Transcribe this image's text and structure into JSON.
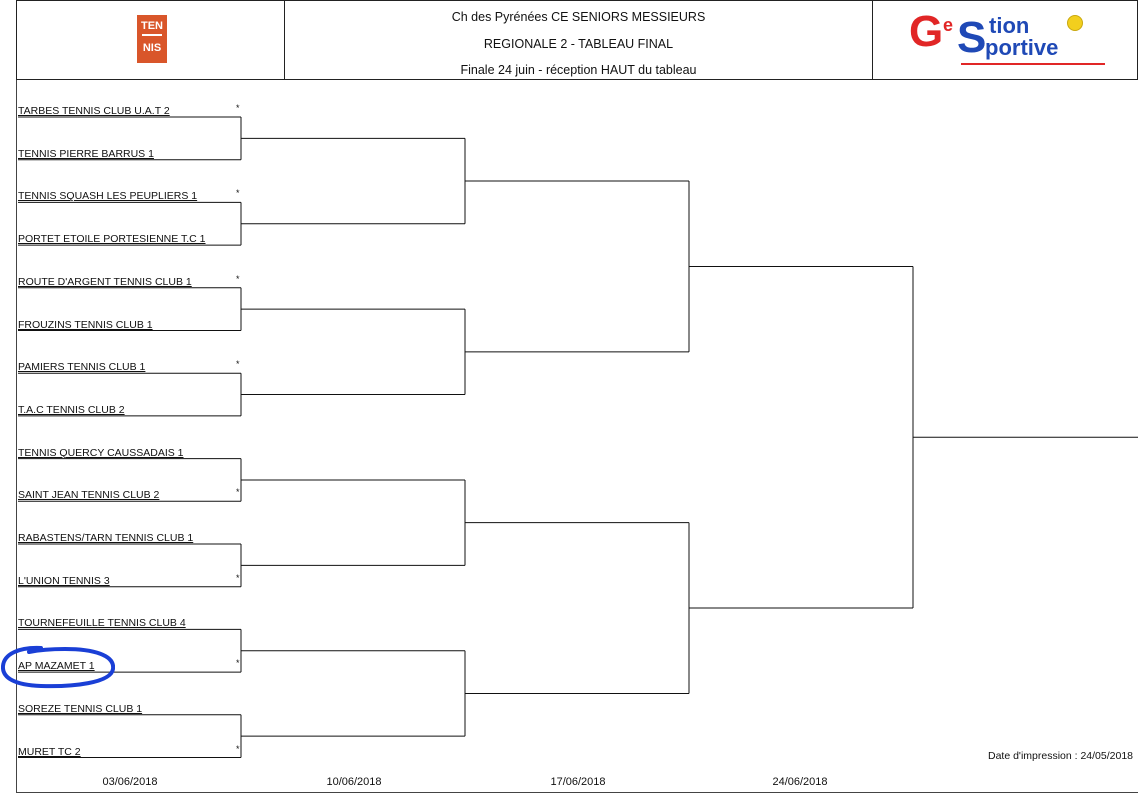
{
  "header": {
    "logo_left": {
      "line1": "TEN",
      "line2": "NIS"
    },
    "title_lines": [
      "Ch des Pyrénées CE SENIORS MESSIEURS",
      "REGIONALE 2 - TABLEAU FINAL",
      "Finale 24 juin - réception HAUT du tableau"
    ],
    "logo_right": {
      "G": "G",
      "e": "e",
      "S": "S",
      "stion": "tion",
      "portive": "portive"
    }
  },
  "teams": [
    {
      "name": "TARBES TENNIS CLUB U.A.T 2",
      "star": "*"
    },
    {
      "name": "TENNIS PIERRE BARRUS 1",
      "star": ""
    },
    {
      "name": "TENNIS SQUASH LES PEUPLIERS 1",
      "star": "*"
    },
    {
      "name": "PORTET ETOILE PORTESIENNE T.C 1",
      "star": ""
    },
    {
      "name": "ROUTE D'ARGENT TENNIS CLUB 1",
      "star": "*"
    },
    {
      "name": "FROUZINS TENNIS CLUB 1",
      "star": ""
    },
    {
      "name": "PAMIERS TENNIS CLUB 1",
      "star": "*"
    },
    {
      "name": "T.A.C TENNIS CLUB 2",
      "star": ""
    },
    {
      "name": "TENNIS QUERCY CAUSSADAIS 1",
      "star": ""
    },
    {
      "name": "SAINT JEAN TENNIS CLUB 2",
      "star": "*"
    },
    {
      "name": "RABASTENS/TARN TENNIS CLUB 1",
      "star": ""
    },
    {
      "name": "L'UNION TENNIS 3",
      "star": "*"
    },
    {
      "name": "TOURNEFEUILLE TENNIS CLUB 4",
      "star": ""
    },
    {
      "name": "AP MAZAMET 1",
      "star": "*"
    },
    {
      "name": "SOREZE TENNIS CLUB 1",
      "star": ""
    },
    {
      "name": "MURET TC 2",
      "star": "*"
    }
  ],
  "round_dates": [
    "03/06/2018",
    "10/06/2018",
    "17/06/2018",
    "24/06/2018"
  ],
  "print_date": "Date d'impression : 24/05/2018",
  "colors": {
    "line": "#111111",
    "annotation": "#1a3fd6",
    "tennis_logo": "#d9562a",
    "gs_red": "#e12626",
    "gs_blue": "#1f49b6"
  },
  "annotation": {
    "circled_team_index": 13
  }
}
